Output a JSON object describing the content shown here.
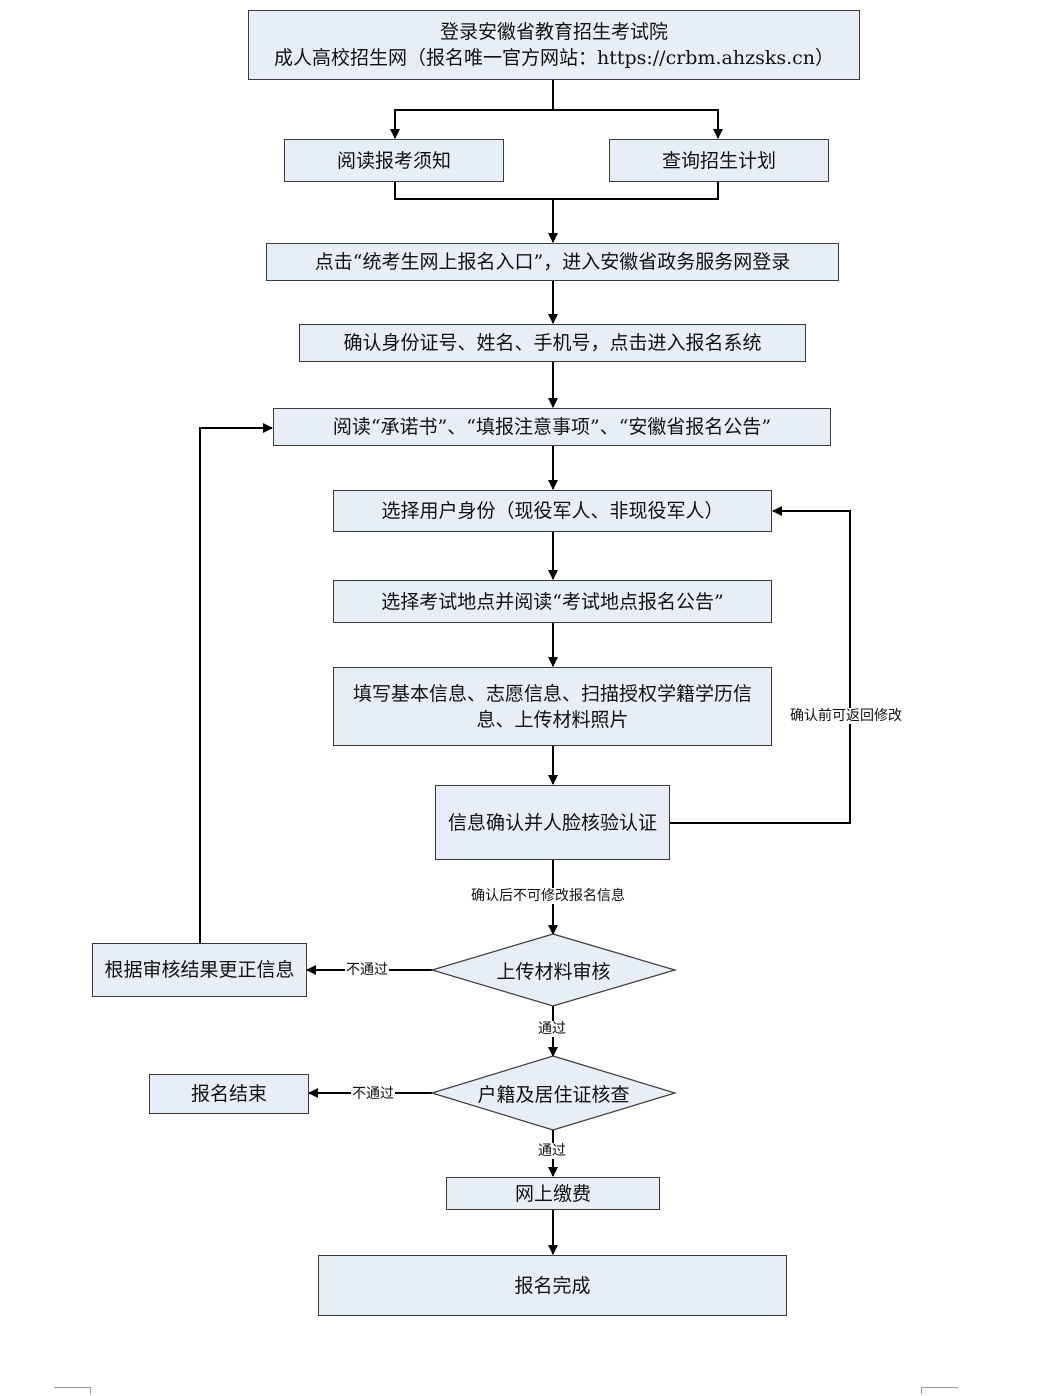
{
  "nodes": {
    "login_line1": "登录安徽省教育招生考试院",
    "login_line2": "成人高校招生网（报名唯一官方网站：https://crbm.ahzsks.cn）",
    "read_notice": "阅读报考须知",
    "query_plan": "查询招生计划",
    "click_entry": "点击“统考生网上报名入口”，进入安徽省政务服务网登录",
    "confirm_id": "确认身份证号、姓名、手机号，点击进入报名系统",
    "read_docs": "阅读“承诺书”、“填报注意事项”、“安徽省报名公告”",
    "choose_identity": "选择用户身份（现役军人、非现役军人）",
    "choose_site": "选择考试地点并阅读“考试地点报名公告”",
    "fill_line1": "填写基本信息、志愿信息、扫描授权学籍学历信",
    "fill_line2": "息、上传材料照片",
    "confirm_face": "信息确认并人脸核验认证",
    "material_review": "上传材料审核",
    "correct_info": "根据审核结果更正信息",
    "household_check": "户籍及居住证核查",
    "reg_end": "报名结束",
    "pay_online": "网上缴费",
    "reg_complete": "报名完成"
  },
  "edge_labels": {
    "return_before_confirm": "确认前可返回修改",
    "no_modify_after_confirm": "确认后不可修改报名信息",
    "fail_review": "不通过",
    "pass_review": "通过",
    "fail_household": "不通过",
    "pass_household": "通过"
  }
}
